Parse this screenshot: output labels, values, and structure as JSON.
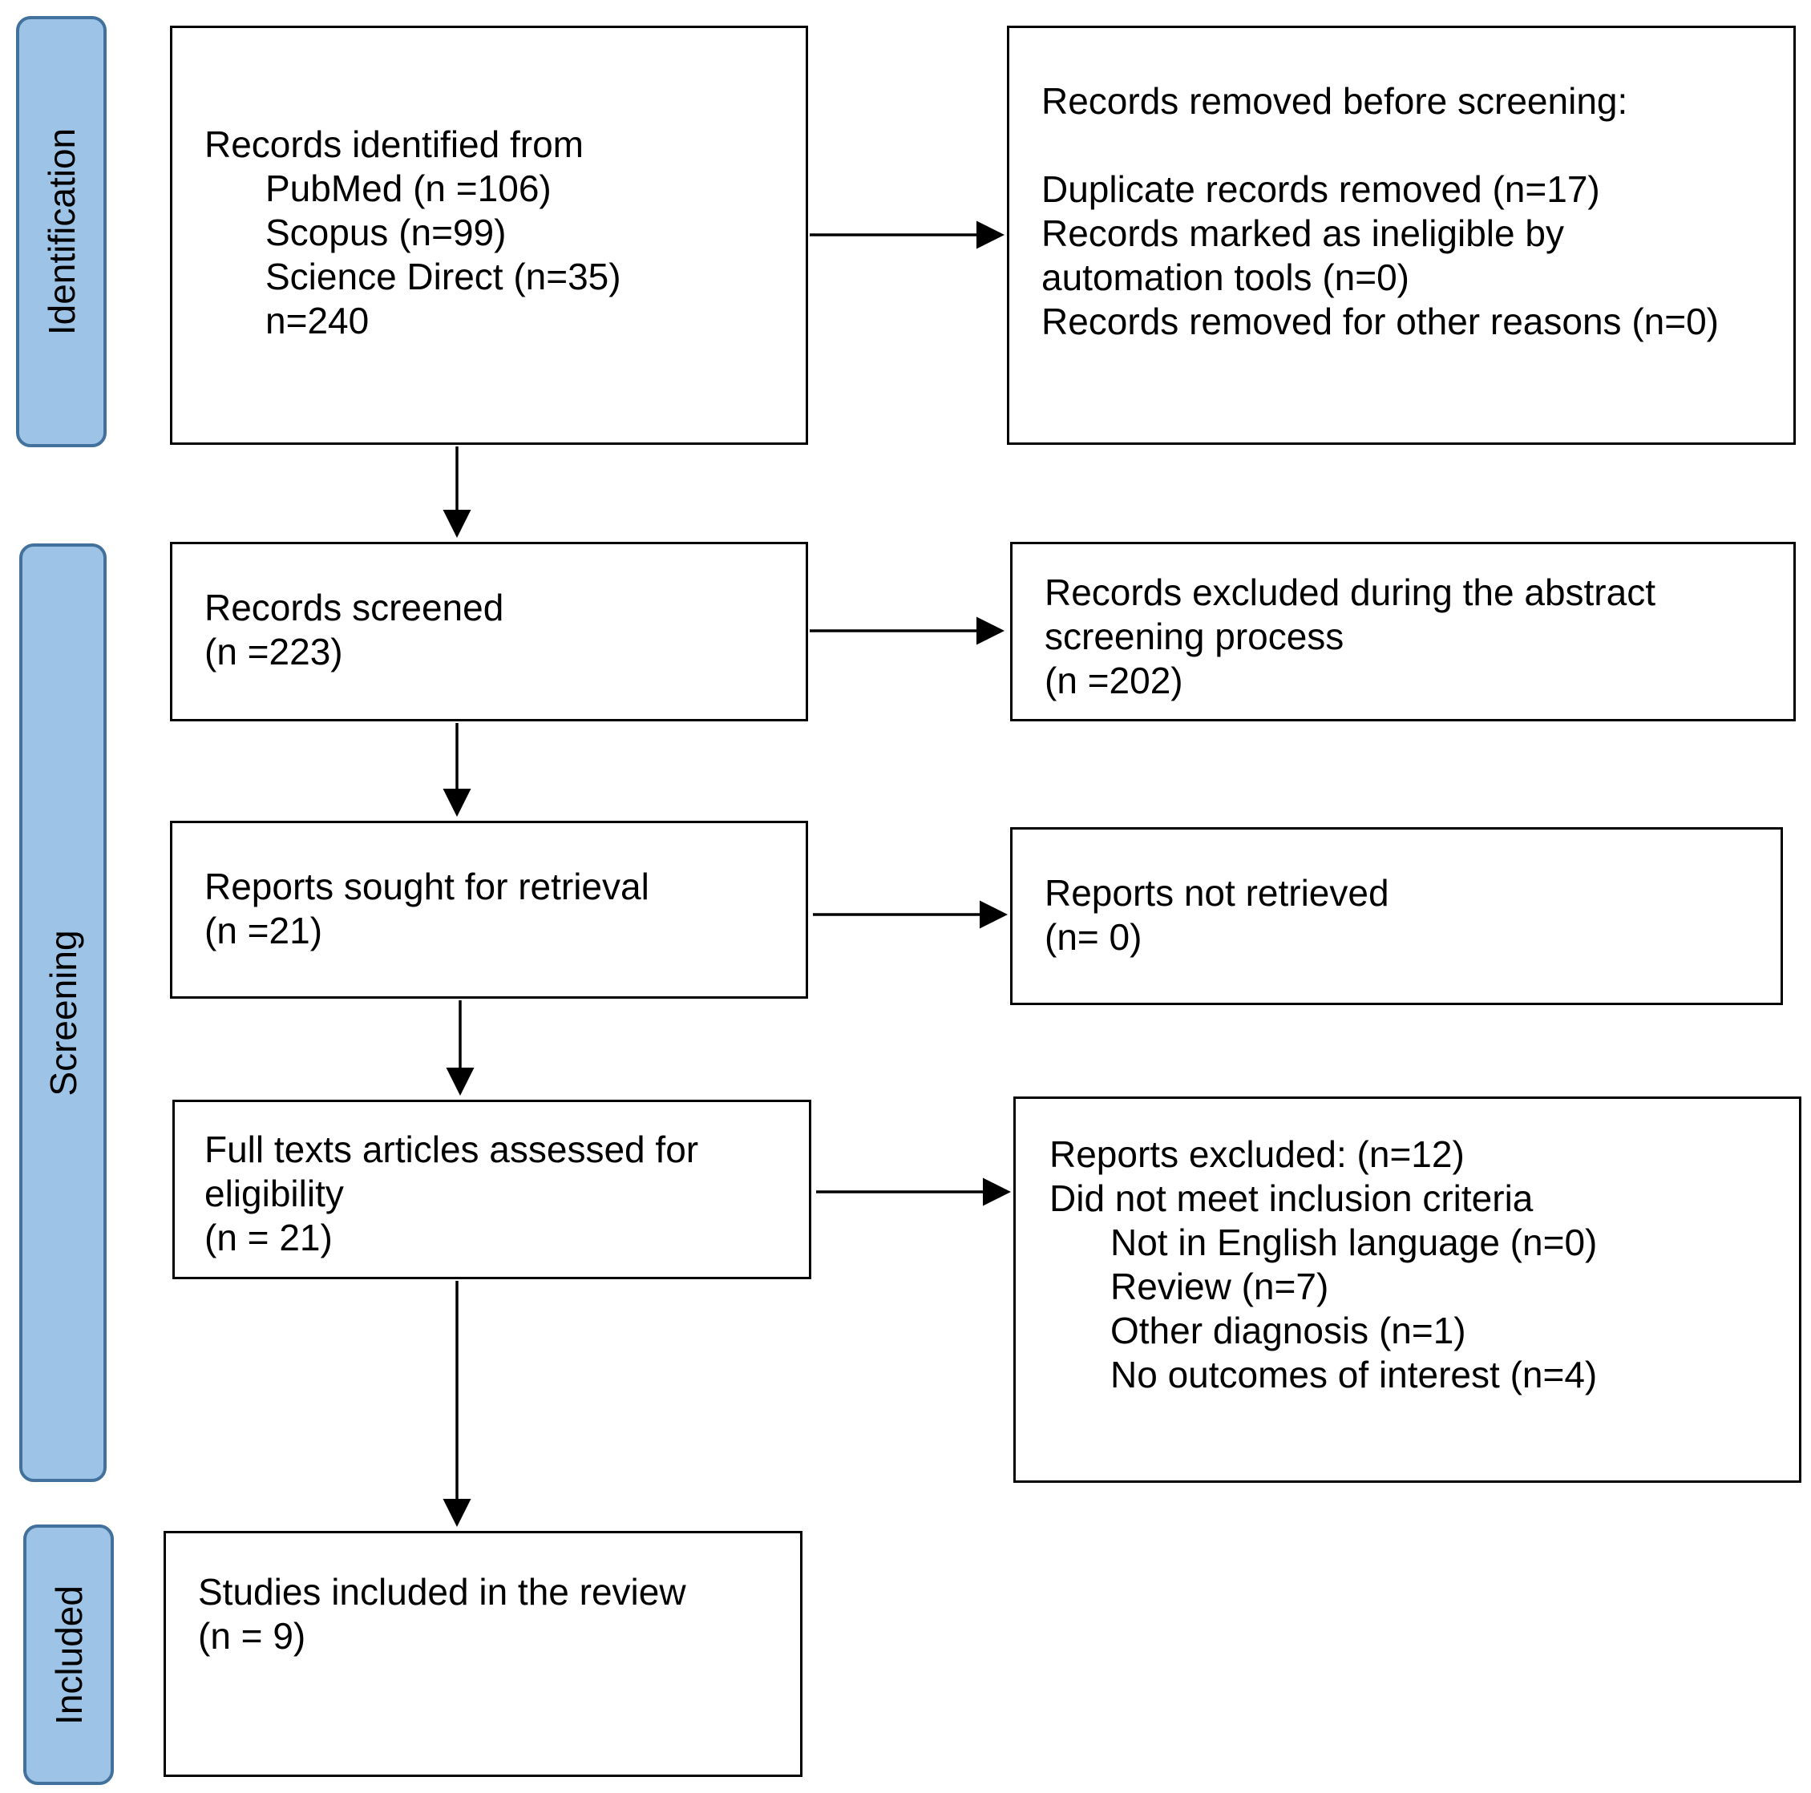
{
  "phases": {
    "identification": "Identification",
    "screening": "Screening",
    "included": "Included"
  },
  "identified": {
    "title": "Records identified from",
    "sources": [
      "PubMed (n =106)",
      "Scopus (n=99)",
      "Science Direct (n=35)",
      "n=240"
    ]
  },
  "removed": {
    "title": "Records removed before screening:",
    "items": [
      "Duplicate records removed (n=17)",
      "Records marked as ineligible by",
      "automation tools (n=0)",
      "Records removed for other reasons (n=0)"
    ]
  },
  "screened": {
    "label": "Records screened",
    "count": "(n =223)"
  },
  "excluded_abstract": {
    "lines": [
      "Records excluded during the abstract",
      "screening process"
    ],
    "count": "(n =202)"
  },
  "sought": {
    "label": "Reports sought for retrieval",
    "count": "(n =21)"
  },
  "not_retrieved": {
    "label": "Reports not retrieved",
    "count": "(n= 0)"
  },
  "assessed": {
    "lines": [
      "Full texts articles assessed for",
      "eligibility"
    ],
    "count": "(n = 21)"
  },
  "reports_excluded": {
    "title": "Reports excluded: (n=12)",
    "subtitle": "Did not meet inclusion criteria",
    "reasons": [
      "Not in English language (n=0)",
      "Review (n=7)",
      "Other diagnosis (n=1)",
      "No outcomes of interest (n=4)"
    ]
  },
  "included": {
    "label": "Studies included in the review",
    "count": "(n = 9)"
  }
}
